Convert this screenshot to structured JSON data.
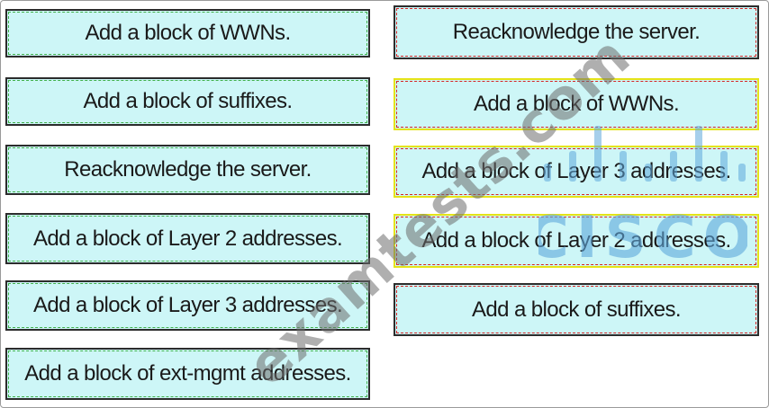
{
  "source_items": [
    {
      "label": "Add a block of WWNs."
    },
    {
      "label": "Add a block of suffixes."
    },
    {
      "label": "Reacknowledge the server."
    },
    {
      "label": "Add a block of Layer 2 addresses."
    },
    {
      "label": "Add a block of  Layer 3 addresses."
    },
    {
      "label": "Add a block of ext-mgmt addresses."
    }
  ],
  "target_items": [
    {
      "label": "Reacknowledge the server."
    },
    {
      "label": "Add a block of WWNs."
    },
    {
      "label": "Add a block of  Layer 3 addresses."
    },
    {
      "label": "Add a block of Layer 2 addresses."
    },
    {
      "label": "Add a block of suffixes."
    }
  ],
  "watermark": {
    "text": "examtests.com"
  },
  "logo": {
    "text": "CISCO",
    "color": "#5fa8dc"
  },
  "colors": {
    "box_fill": "#cdf6f7",
    "source_dash": "#41b04a",
    "target_dash": "#d62424",
    "highlight_border": "#e5e317"
  }
}
